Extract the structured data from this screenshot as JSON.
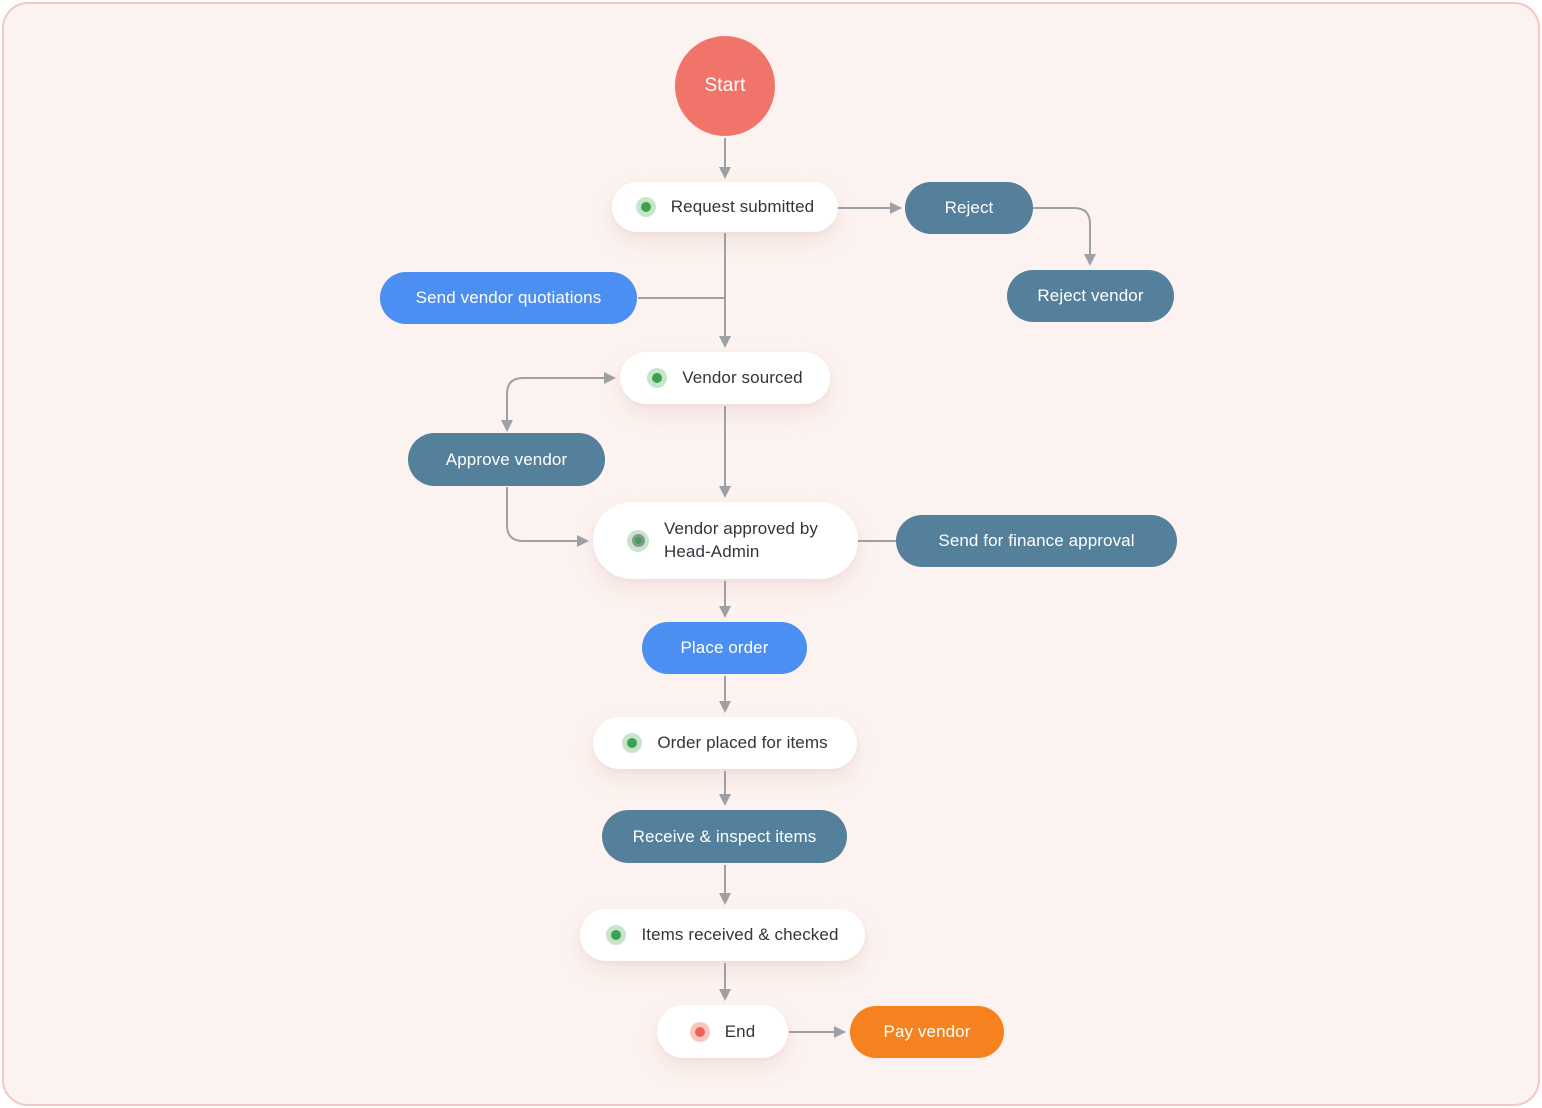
{
  "diagram": {
    "type": "flowchart",
    "description": "Procurement approval blueprint flow",
    "nodes": [
      {
        "id": "start",
        "label": "Start",
        "kind": "start"
      },
      {
        "id": "request-submitted",
        "label": "Request submitted",
        "kind": "stage",
        "status_dot": "green"
      },
      {
        "id": "reject",
        "label": "Reject",
        "kind": "action-secondary"
      },
      {
        "id": "reject-vendor",
        "label": "Reject vendor",
        "kind": "action-secondary"
      },
      {
        "id": "send-vendor-quotations",
        "label": "Send vendor quotiations",
        "kind": "action-primary"
      },
      {
        "id": "vendor-sourced",
        "label": "Vendor sourced",
        "kind": "stage",
        "status_dot": "green"
      },
      {
        "id": "approve-vendor",
        "label": "Approve vendor",
        "kind": "action-secondary"
      },
      {
        "id": "vendor-approved",
        "label": "Vendor approved by Head-Admin",
        "kind": "stage",
        "status_dot": "green-ringed"
      },
      {
        "id": "send-finance-approval",
        "label": "Send for finance approval",
        "kind": "action-secondary"
      },
      {
        "id": "place-order",
        "label": "Place order",
        "kind": "action-primary"
      },
      {
        "id": "order-placed",
        "label": "Order placed for items",
        "kind": "stage",
        "status_dot": "green"
      },
      {
        "id": "receive-inspect",
        "label": "Receive & inspect items",
        "kind": "action-secondary"
      },
      {
        "id": "items-received",
        "label": "Items received & checked",
        "kind": "stage",
        "status_dot": "green"
      },
      {
        "id": "end",
        "label": "End",
        "kind": "stage",
        "status_dot": "red"
      },
      {
        "id": "pay-vendor",
        "label": "Pay vendor",
        "kind": "action-accent"
      }
    ],
    "edges": [
      {
        "from": "start",
        "to": "request-submitted",
        "style": "arrow"
      },
      {
        "from": "request-submitted",
        "to": "reject",
        "style": "arrow"
      },
      {
        "from": "reject",
        "to": "reject-vendor",
        "style": "arrow"
      },
      {
        "from": "request-submitted",
        "to": "vendor-sourced",
        "style": "arrow"
      },
      {
        "from": "send-vendor-quotations",
        "to": "vendor-sourced",
        "style": "line"
      },
      {
        "from": "vendor-sourced",
        "to": "approve-vendor",
        "style": "double-arrow"
      },
      {
        "from": "approve-vendor",
        "to": "vendor-approved",
        "style": "arrow"
      },
      {
        "from": "vendor-sourced",
        "to": "vendor-approved",
        "style": "arrow"
      },
      {
        "from": "vendor-approved",
        "to": "send-finance-approval",
        "style": "line"
      },
      {
        "from": "vendor-approved",
        "to": "place-order",
        "style": "arrow"
      },
      {
        "from": "place-order",
        "to": "order-placed",
        "style": "arrow"
      },
      {
        "from": "order-placed",
        "to": "receive-inspect",
        "style": "arrow"
      },
      {
        "from": "receive-inspect",
        "to": "items-received",
        "style": "arrow"
      },
      {
        "from": "items-received",
        "to": "end",
        "style": "arrow"
      },
      {
        "from": "end",
        "to": "pay-vendor",
        "style": "arrow"
      }
    ],
    "colors": {
      "background": "#FCF3F0",
      "frame_border": "#F3C7C3",
      "start_node": "#F1746B",
      "action_primary": "#4A8FF1",
      "action_secondary": "#54809B",
      "action_accent": "#F5821E",
      "stage_node": "#FFFFFF",
      "stage_text": "#30363C",
      "connector": "#9DA1A6",
      "status_dot_green": "#3FA24F",
      "status_dot_green_halo": "#C7E5C8",
      "status_dot_red": "#EA6557",
      "status_dot_red_halo": "#F8C6BF"
    }
  }
}
